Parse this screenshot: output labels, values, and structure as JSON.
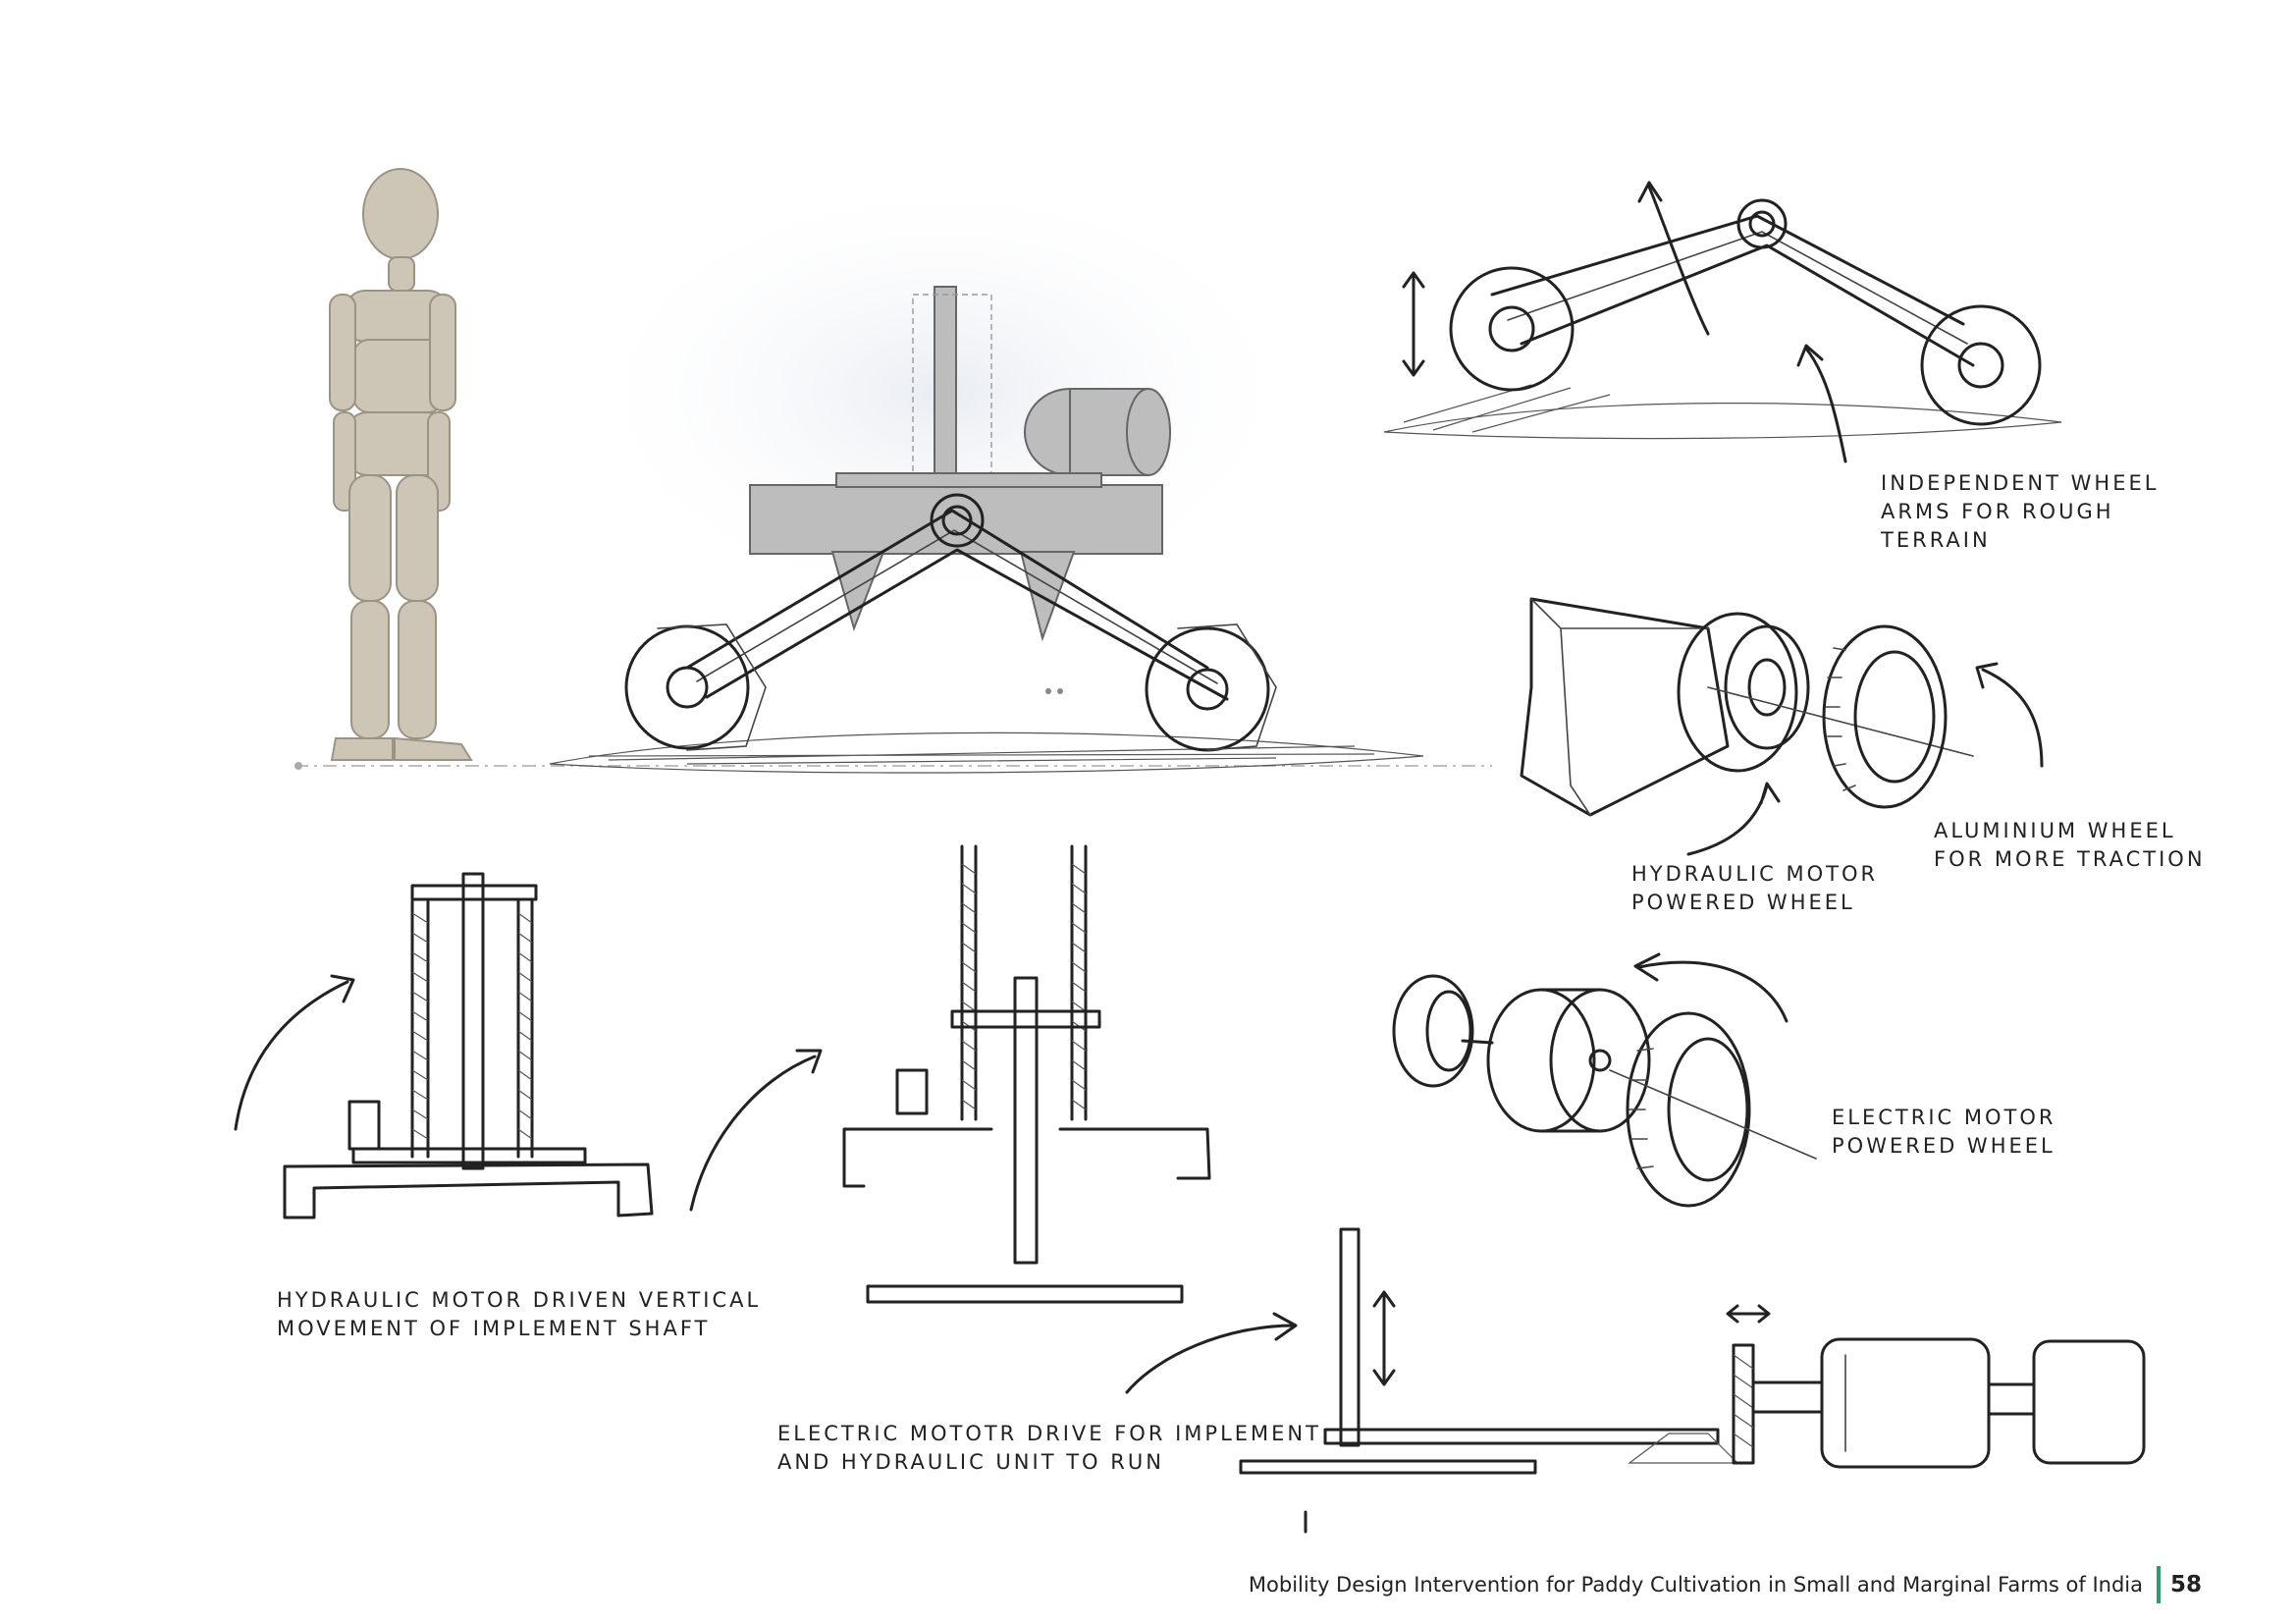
{
  "captions": {
    "independent_wheel_arms": [
      "INDEPENDENT WHEEL",
      "ARMS FOR ROUGH",
      "TERRAIN"
    ],
    "aluminium_wheel": [
      "ALUMINIUM WHEEL",
      "FOR MORE TRACTION"
    ],
    "hydraulic_motor_wheel": [
      "HYDRAULIC MOTOR",
      "POWERED WHEEL"
    ],
    "electric_motor_wheel": [
      "ELECTRIC MOTOR",
      "POWERED WHEEL"
    ],
    "hydraulic_vertical": [
      "HYDRAULIC MOTOR DRIVEN VERTICAL",
      "MOVEMENT OF IMPLEMENT SHAFT"
    ],
    "electric_drive": [
      "ELECTRIC MOTOTR DRIVE FOR IMPLEMENT",
      "AND HYDRAULIC UNIT TO RUN"
    ]
  },
  "footer": {
    "title": "Mobility Design Intervention for Paddy Cultivation in Small and Marginal Farms of India",
    "page_number": "58",
    "accent_color": "#2e9a6a"
  }
}
